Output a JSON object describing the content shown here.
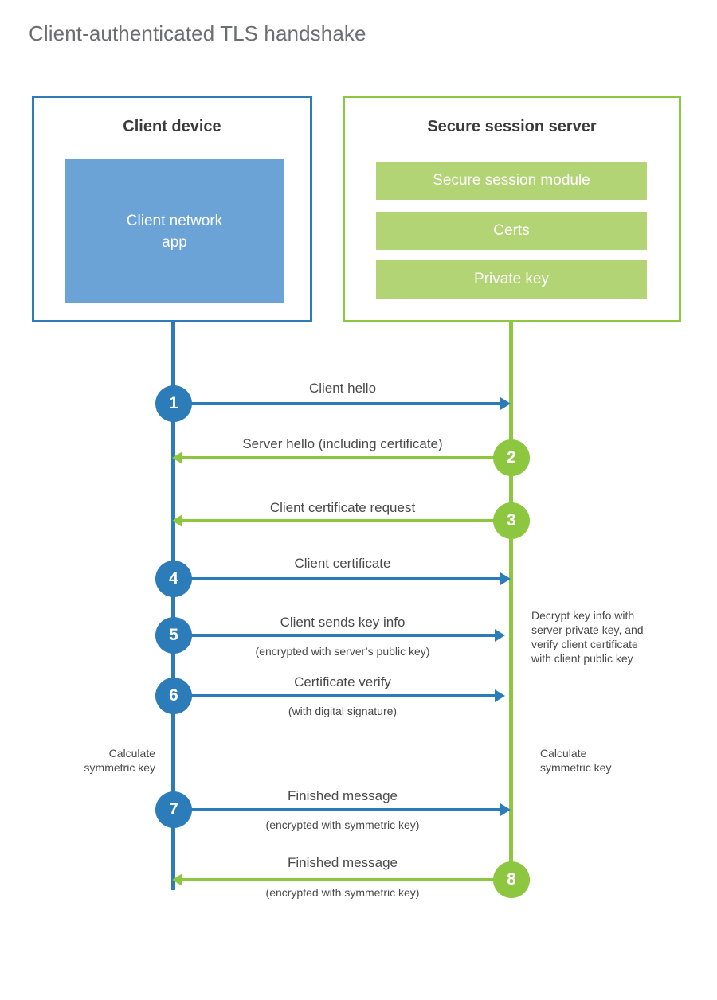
{
  "title": "Client-authenticated TLS handshake",
  "colors": {
    "client_blue": "#2b7cb9",
    "client_app_blue": "#6ba3d6",
    "server_green": "#8dc63f",
    "server_block_green": "#b3d474",
    "title_gray": "#6d6e70",
    "text_gray": "#4a4a4a",
    "heading_dark": "#3b3b3b"
  },
  "client": {
    "title": "Client device",
    "app_label": "Client network\napp"
  },
  "server": {
    "title": "Secure session server",
    "blocks": [
      {
        "label": "Secure session module"
      },
      {
        "label": "Certs"
      },
      {
        "label": "Private key"
      }
    ]
  },
  "steps": [
    {
      "number": "1",
      "label": "Client hello",
      "sublabel": "",
      "direction": "client-to-server",
      "color": "blue"
    },
    {
      "number": "2",
      "label": "Server hello (including certificate)",
      "sublabel": "",
      "direction": "server-to-client",
      "color": "green"
    },
    {
      "number": "3",
      "label": "Client certificate request",
      "sublabel": "",
      "direction": "server-to-client",
      "color": "green"
    },
    {
      "number": "4",
      "label": "Client certificate",
      "sublabel": "",
      "direction": "client-to-server",
      "color": "blue"
    },
    {
      "number": "5",
      "label": "Client sends key info",
      "sublabel": "(encrypted with server’s public key)",
      "direction": "client-to-server",
      "color": "blue"
    },
    {
      "number": "6",
      "label": "Certificate verify",
      "sublabel": "(with digital signature)",
      "direction": "client-to-server",
      "color": "blue"
    },
    {
      "number": "7",
      "label": "Finished message",
      "sublabel": "(encrypted with symmetric key)",
      "direction": "client-to-server",
      "color": "blue"
    },
    {
      "number": "8",
      "label": "Finished message",
      "sublabel": "(encrypted with symmetric key)",
      "direction": "server-to-client",
      "color": "green"
    }
  ],
  "notes": {
    "server_decrypt": "Decrypt key info with\nserver private key, and\nverify client certificate\nwith client public key",
    "client_calculate": "Calculate\nsymmetric key",
    "server_calculate": "Calculate\nsymmetric key"
  }
}
